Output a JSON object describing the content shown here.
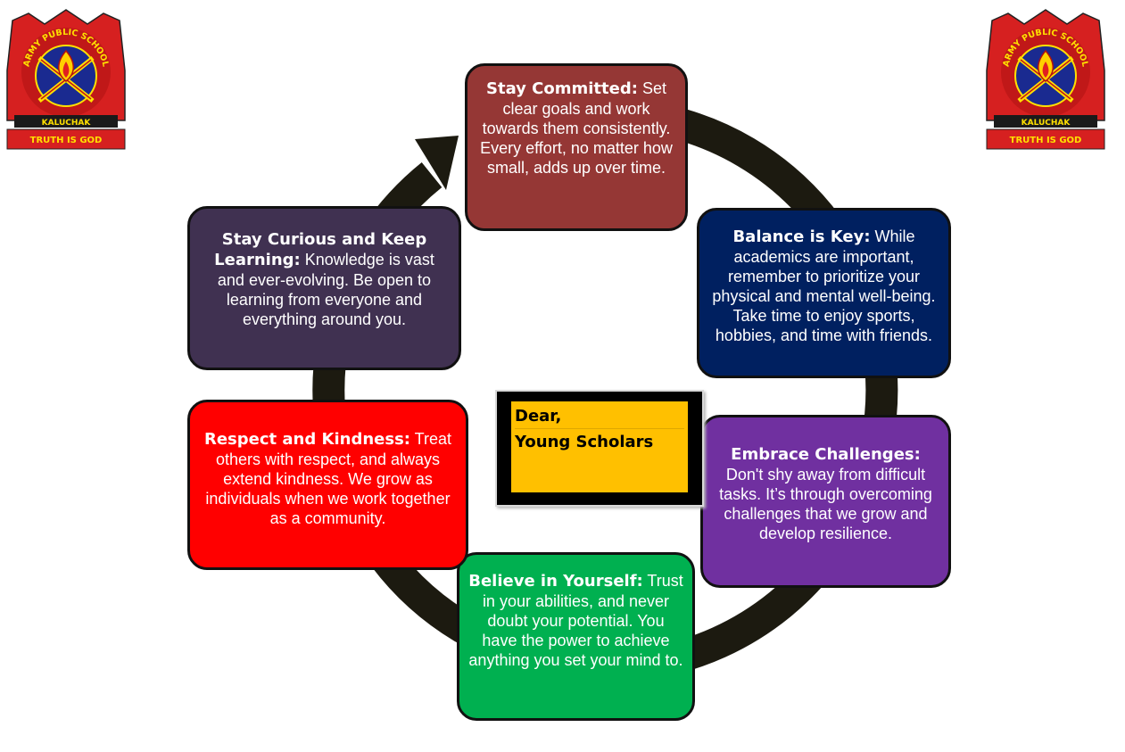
{
  "logo": {
    "arc_text": "ARMY PUBLIC SCHOOL",
    "place": "KALUCHAK",
    "motto": "TRUTH IS GOD"
  },
  "center": {
    "line1": "Dear,",
    "line2": "Young Scholars"
  },
  "items": [
    {
      "title": "Stay Committed",
      "sep": ":",
      "text": " Set clear goals and work towards them consistently. Every effort, no matter how small, adds up over time."
    },
    {
      "title": "Balance is Key",
      "sep": ":",
      "text": " While academics are important, remember to prioritize your physical and mental well-being. Take time to enjoy sports, hobbies, and time with friends."
    },
    {
      "title": "Embrace Challenges",
      "sep": ":",
      "text": " Don't shy away from difficult tasks. It’s through overcoming challenges that we grow and develop resilience."
    },
    {
      "title": "Believe in Yourself",
      "sep": ":",
      "text": " Trust in your abilities, and never doubt your potential. You have the power to achieve anything you set your mind to."
    },
    {
      "title": "Respect and Kindness",
      "sep": ":",
      "text": " Treat others with respect, and always extend kindness. We grow as individuals when we work together as a community."
    },
    {
      "title": "Stay Curious and Keep Learning",
      "sep": ":",
      "text": " Knowledge is vast and ever-evolving. Be open to learning from everyone and everything around you."
    }
  ],
  "colors": {
    "committed": "#953735",
    "balance": "#002060",
    "challenges": "#7030a0",
    "believe": "#00b050",
    "respect": "#ff0000",
    "curious": "#403151",
    "center_fill": "#ffc000",
    "ring": "#1c1a10"
  }
}
